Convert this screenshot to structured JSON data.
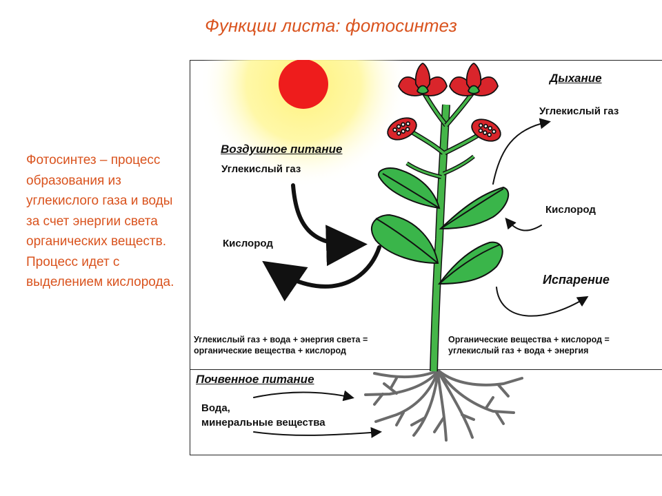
{
  "title": "Функции листа: фотосинтез",
  "description": "Фотосинтез – процесс образования из углекислого газа и воды за счет энергии света органических веществ. Процесс идет с выделением кислорода.",
  "diagram": {
    "air_nutrition": {
      "heading": "Воздушное питание",
      "co2": "Углекислый газ",
      "oxygen": "Кислород"
    },
    "respiration": {
      "heading": "Дыхание",
      "co2": "Углекислый газ",
      "oxygen": "Кислород"
    },
    "evaporation": {
      "heading": "Испарение"
    },
    "photosynthesis_equation": {
      "line1": "Углекислый газ + вода + энергия света =",
      "line2": "органические вещества + кислород"
    },
    "respiration_equation": {
      "line1": "Органические вещества + кислород =",
      "line2": "углекислый газ + вода + энергия"
    },
    "soil_nutrition": {
      "heading": "Почвенное питание",
      "water": "Вода,",
      "minerals": "минеральные вещества"
    }
  },
  "colors": {
    "accent_text": "#d9531e",
    "sun": "#ee1c1c",
    "sun_glow": "#fff27a",
    "leaf": "#3ab54a",
    "stem": "#45b649",
    "flower": "#d9252b",
    "outline": "#111111"
  }
}
